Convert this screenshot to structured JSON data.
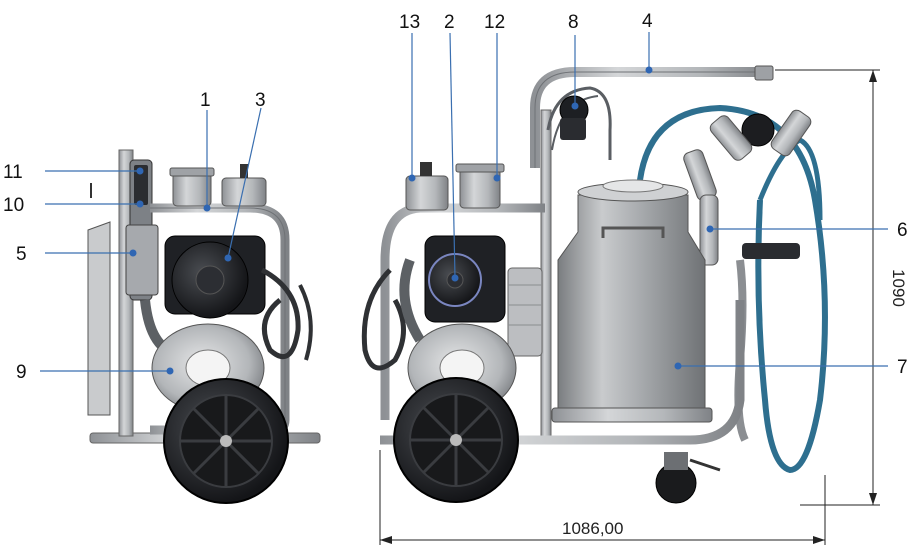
{
  "labels": {
    "l1": "1",
    "l2": "2",
    "l3": "3",
    "l4": "4",
    "l5": "5",
    "l6": "6",
    "l7": "7",
    "l8": "8",
    "l9": "9",
    "l10": "10",
    "l11": "11",
    "l12": "12",
    "l13": "13"
  },
  "dimensions": {
    "width": "1086,00",
    "height": "1090"
  },
  "colors": {
    "steel": "#b9bcbf",
    "steel_dark": "#8d9094",
    "motor": "#1c1e22",
    "wheel": "#121314",
    "hose_blue": "#2e6f8f",
    "leader": "#3a6fb0"
  }
}
